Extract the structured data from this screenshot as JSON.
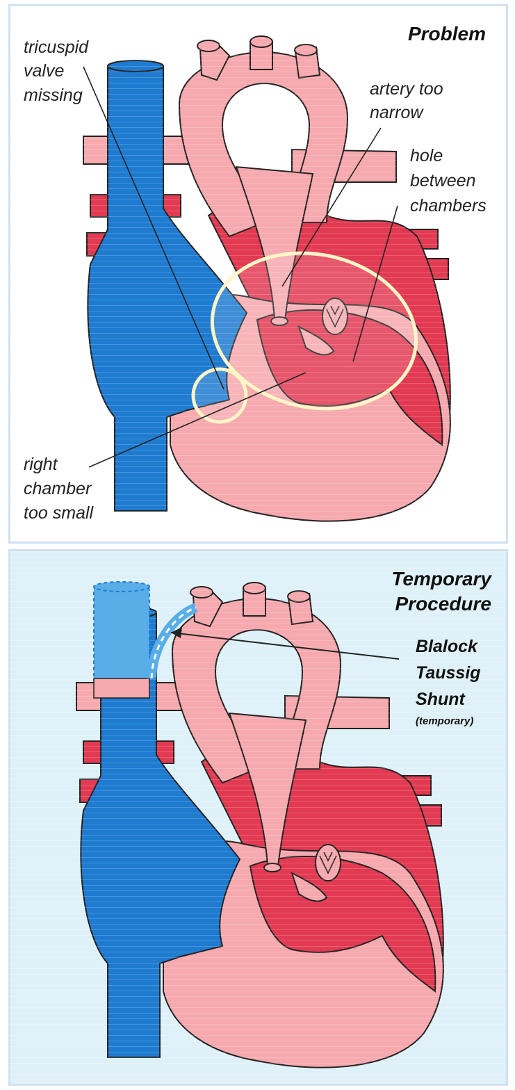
{
  "panels": [
    {
      "title": "Problem",
      "labels": {
        "tricuspid": [
          "tricuspid",
          "valve",
          "missing"
        ],
        "artery": [
          "artery too",
          "narrow"
        ],
        "hole": [
          "hole",
          "between",
          "chambers"
        ],
        "chamber": [
          "right",
          "chamber",
          "too small"
        ]
      }
    },
    {
      "title": [
        "Temporary",
        "Procedure"
      ],
      "shunt": [
        "Blalock",
        "Taussig",
        "Shunt"
      ],
      "shunt_note": "(temporary)"
    }
  ],
  "colors": {
    "vein_blue": "#1e7bd0",
    "shunt_blue": "#5aaee8",
    "heart_pink": "#f6a9ae",
    "heart_red": "#e23a52",
    "panel_border": "#cfe0f0",
    "bottom_panel_bg": "#dff1f8",
    "highlight_ring": "#fff6c8"
  }
}
